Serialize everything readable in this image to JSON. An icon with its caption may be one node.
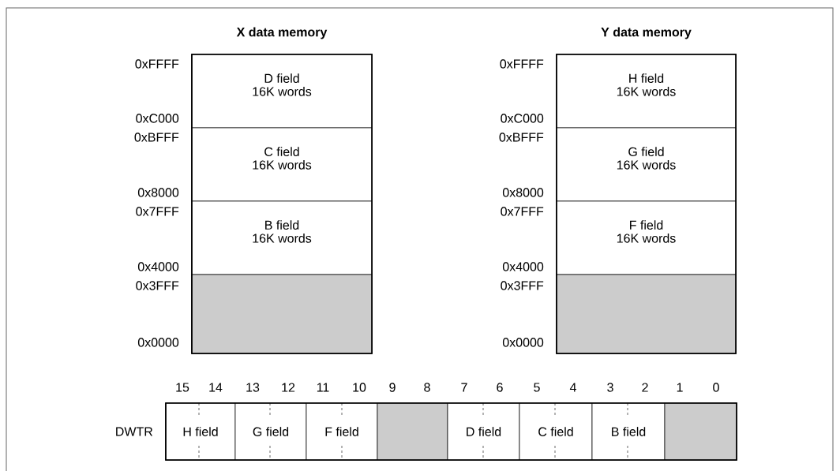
{
  "diagram": {
    "nodes": [
      {
        "text": [
          "X data memory"
        ]
      },
      {
        "text": [
          "D field",
          "16K words"
        ],
        "in": 0
      },
      {
        "text": [
          "C field",
          "16K words"
        ],
        "in": 0
      },
      {
        "text": [
          "B field",
          "16K words"
        ],
        "in": 0
      },
      {
        "text": [],
        "shape": "box",
        "in": 0
      },
      {
        "text": [
          "Y data memory"
        ]
      },
      {
        "text": [
          "H field",
          "16K words"
        ],
        "in": 5
      },
      {
        "text": [
          "G field",
          "16K words"
        ],
        "in": 5
      },
      {
        "text": [
          "F field",
          "16K words"
        ],
        "in": 5
      },
      {
        "text": [],
        "shape": "box",
        "in": 5
      },
      {
        "text": [],
        "shape": "box",
        "beside": [
          "DWTR"
        ]
      },
      {
        "text": [
          "H field"
        ],
        "in": 10
      },
      {
        "text": [
          "G field"
        ],
        "in": 10
      },
      {
        "text": [
          "F field"
        ],
        "in": 10
      },
      {
        "text": [],
        "shape": "box",
        "in": 10
      },
      {
        "text": [
          "D field"
        ],
        "in": 10
      },
      {
        "text": [
          "C field"
        ],
        "in": 10
      },
      {
        "text": [
          "B field"
        ],
        "in": 10
      },
      {
        "text": [],
        "shape": "box",
        "in": 10
      }
    ],
    "labels": [
      "0xFFFF",
      "0xC000",
      "0xBFFF",
      "0x8000",
      "0x7FFF",
      "0x4000",
      "0x3FFF",
      "0x0000",
      "0xFFFF",
      "0xC000",
      "0xBFFF",
      "0x8000",
      "0x7FFF",
      "0x4000",
      "0x3FFF",
      "0x0000",
      "15",
      "14",
      "13",
      "12",
      "11",
      "10",
      "9",
      "8",
      "7",
      "6",
      "5",
      "4",
      "3",
      "2",
      "1",
      "0"
    ]
  }
}
